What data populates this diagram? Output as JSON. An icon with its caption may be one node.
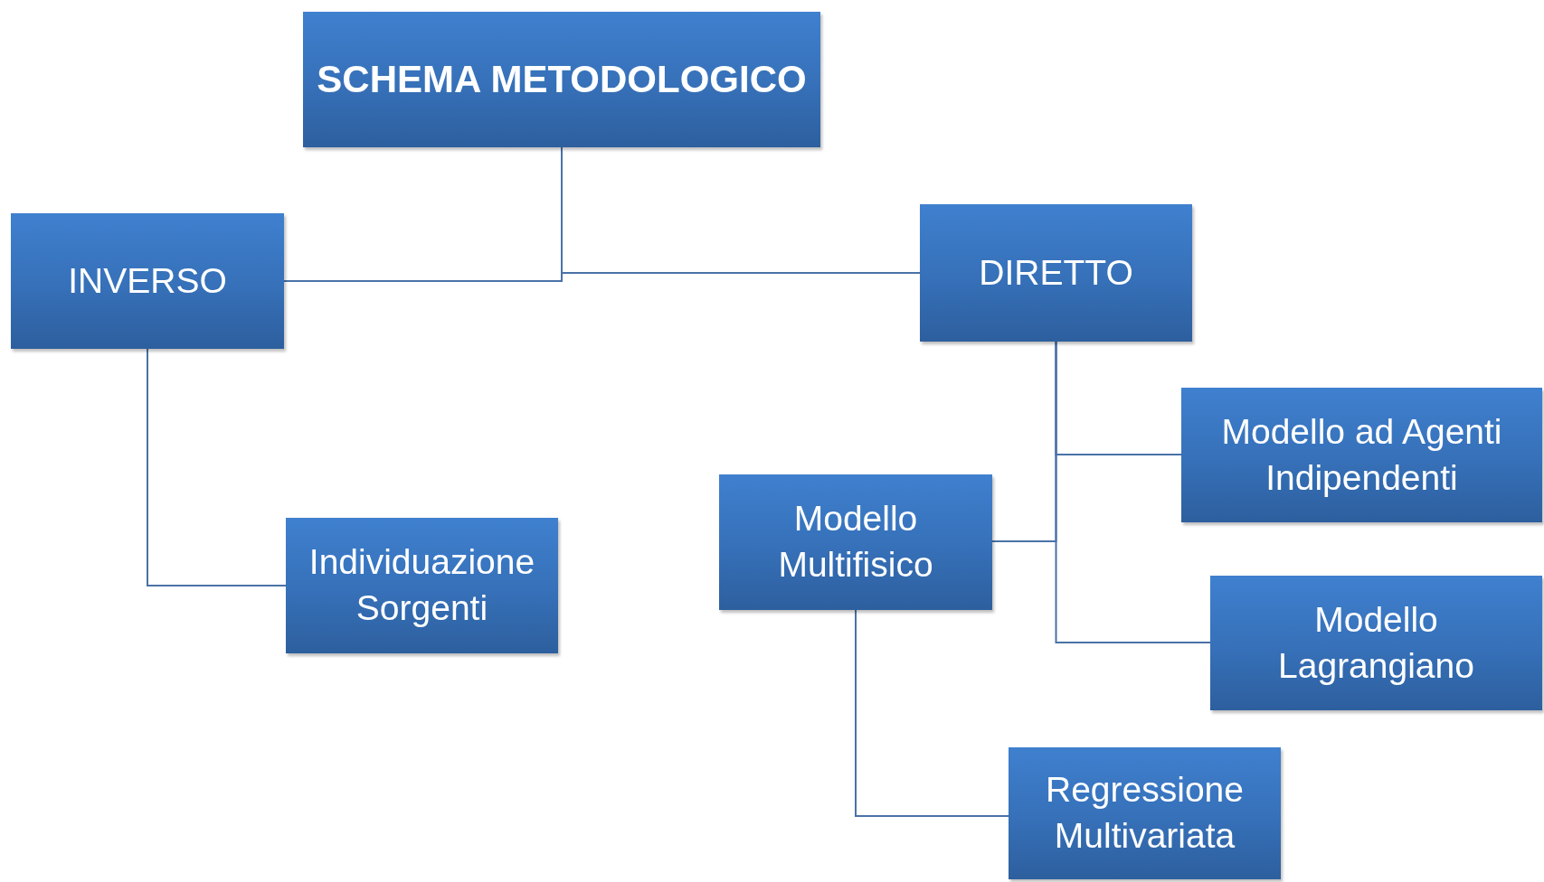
{
  "diagram": {
    "nodes": [
      {
        "text": [
          "SCHEMA METODOLOGICO"
        ]
      },
      {
        "text": [
          "INVERSO"
        ]
      },
      {
        "text": [
          "DIRETTO"
        ]
      },
      {
        "text": [
          "Modello ad Agenti Indipendenti"
        ]
      },
      {
        "text": [
          "Individuazione Sorgenti"
        ]
      },
      {
        "text": [
          "Modello Multifisico"
        ]
      },
      {
        "text": [
          "Modello Lagrangiano"
        ]
      },
      {
        "text": [
          "Regressione Multivariata"
        ]
      }
    ],
    "edges": [
      {
        "from": 0,
        "to": 1,
        "arrow": "none"
      },
      {
        "from": 0,
        "to": 2,
        "arrow": "none"
      },
      {
        "from": 1,
        "to": 4,
        "arrow": "none"
      },
      {
        "from": 2,
        "to": 3,
        "arrow": "none"
      },
      {
        "from": 2,
        "to": 5,
        "arrow": "none"
      },
      {
        "from": 2,
        "to": 6,
        "arrow": "none"
      },
      {
        "from": 5,
        "to": 7,
        "arrow": "none"
      }
    ]
  }
}
